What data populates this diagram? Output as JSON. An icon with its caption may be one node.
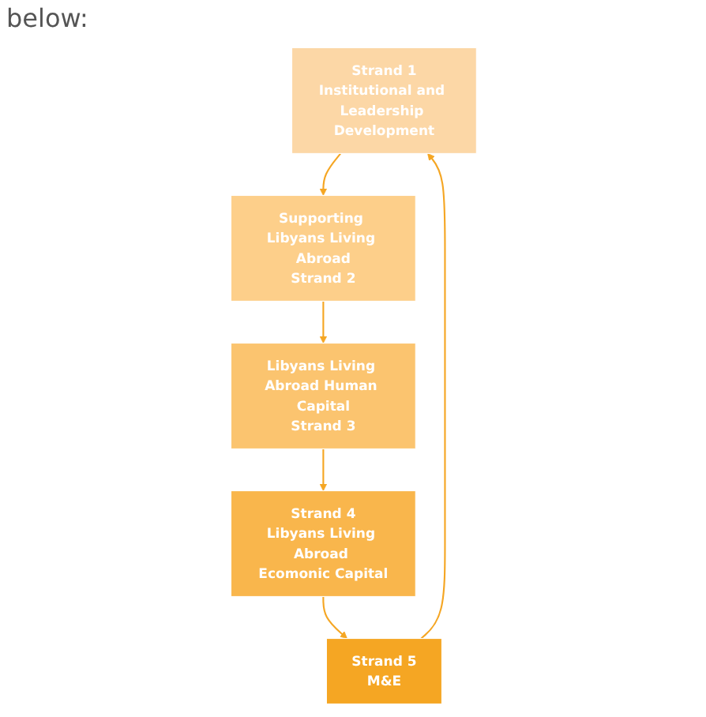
{
  "diagram": {
    "nodes": [
      {
        "text": [
          "Strand 1",
          "Institutional and Leadership Development"
        ]
      },
      {
        "text": [
          "Supporting Libyans Living Abroad",
          "Strand 2"
        ]
      },
      {
        "text": [
          "Libyans Living Abroad Human Capital",
          "Strand 3"
        ]
      },
      {
        "text": [
          "Strand 4",
          "Libyans Living Abroad Ecomonic Capital"
        ]
      },
      {
        "text": [
          "Strand 5",
          "M&E"
        ]
      }
    ],
    "edges": [
      {
        "from": 0,
        "to": 1,
        "arrow": "to"
      },
      {
        "from": 1,
        "to": 2,
        "arrow": "to"
      },
      {
        "from": 2,
        "to": 3,
        "arrow": "to"
      },
      {
        "from": 3,
        "to": 4,
        "arrow": "to"
      },
      {
        "from": 4,
        "to": 0,
        "arrow": "to"
      }
    ],
    "labels": [
      "below:"
    ]
  }
}
